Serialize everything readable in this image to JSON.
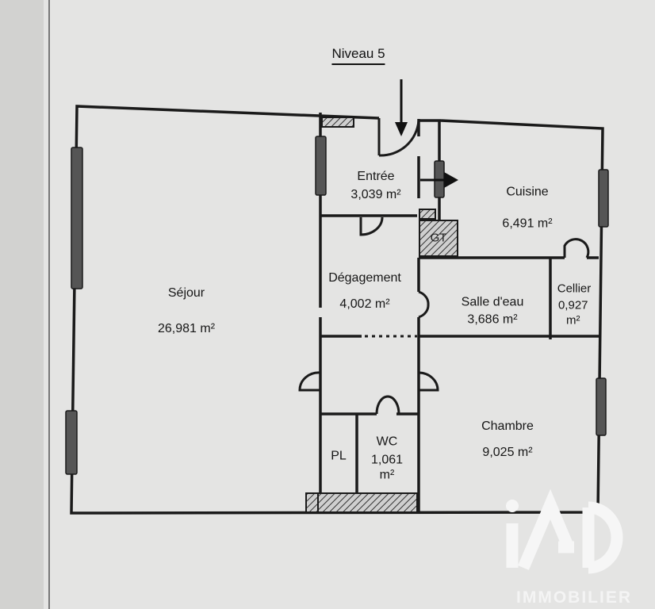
{
  "plan": {
    "level_title": "Niveau 5",
    "rooms": [
      {
        "id": "entree",
        "name": "Entrée",
        "area": "3,039 m²"
      },
      {
        "id": "cuisine",
        "name": "Cuisine",
        "area": "6,491 m²"
      },
      {
        "id": "sejour",
        "name": "Séjour",
        "area": "26,981 m²"
      },
      {
        "id": "degagement",
        "name": "Dégagement",
        "area": "4,002 m²"
      },
      {
        "id": "salle-deau",
        "name": "Salle d'eau",
        "area": "3,686 m²"
      },
      {
        "id": "cellier",
        "name": "Cellier",
        "area": "0,927 m²"
      },
      {
        "id": "chambre",
        "name": "Chambre",
        "area": "9,025 m²"
      },
      {
        "id": "wc",
        "name": "WC",
        "area": "1,061 m²"
      },
      {
        "id": "pl",
        "name": "PL",
        "area": ""
      }
    ],
    "gt_label": "GT"
  },
  "brand": {
    "logo_text": "iAD",
    "name": "IMMOBILIER",
    "logo_color": "#ffffff"
  }
}
